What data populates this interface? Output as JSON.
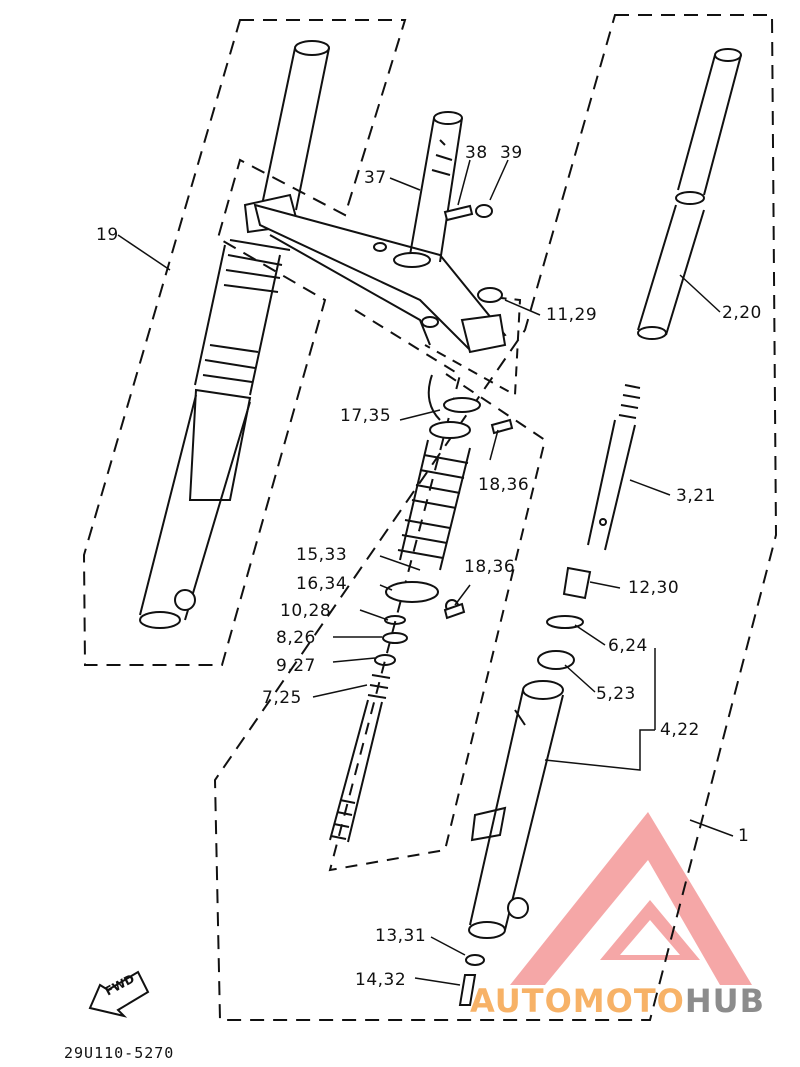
{
  "diagram_code": "29U110-5270",
  "fwd_label": "FWD",
  "watermark": {
    "part1": "AUTOMOTO",
    "part2": "HUB",
    "accent_color": "#f26f6f",
    "text_color_1": "#f7b267",
    "text_color_2": "#8c8c8c"
  },
  "callouts": {
    "c1": "1",
    "c2_20": "2,20",
    "c3_21": "3,21",
    "c4_22": "4,22",
    "c5_23": "5,23",
    "c6_24": "6,24",
    "c7_25": "7,25",
    "c8_26": "8,26",
    "c9_27": "9,27",
    "c10_28": "10,28",
    "c11_29": "11,29",
    "c12_30": "12,30",
    "c13_31": "13,31",
    "c14_32": "14,32",
    "c15_33": "15,33",
    "c16_34": "16,34",
    "c17_35": "17,35",
    "c18_36a": "18,36",
    "c18_36b": "18,36",
    "c19": "19",
    "c37": "37",
    "c38": "38",
    "c39": "39"
  }
}
